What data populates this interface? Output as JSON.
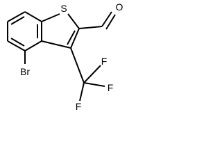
{
  "molecule": {
    "atoms": {
      "sulfur": "S",
      "oxygen": "O",
      "bromine": "Br",
      "fluorine_top": "F",
      "fluorine_right": "F",
      "fluorine_bottom": "F"
    }
  }
}
